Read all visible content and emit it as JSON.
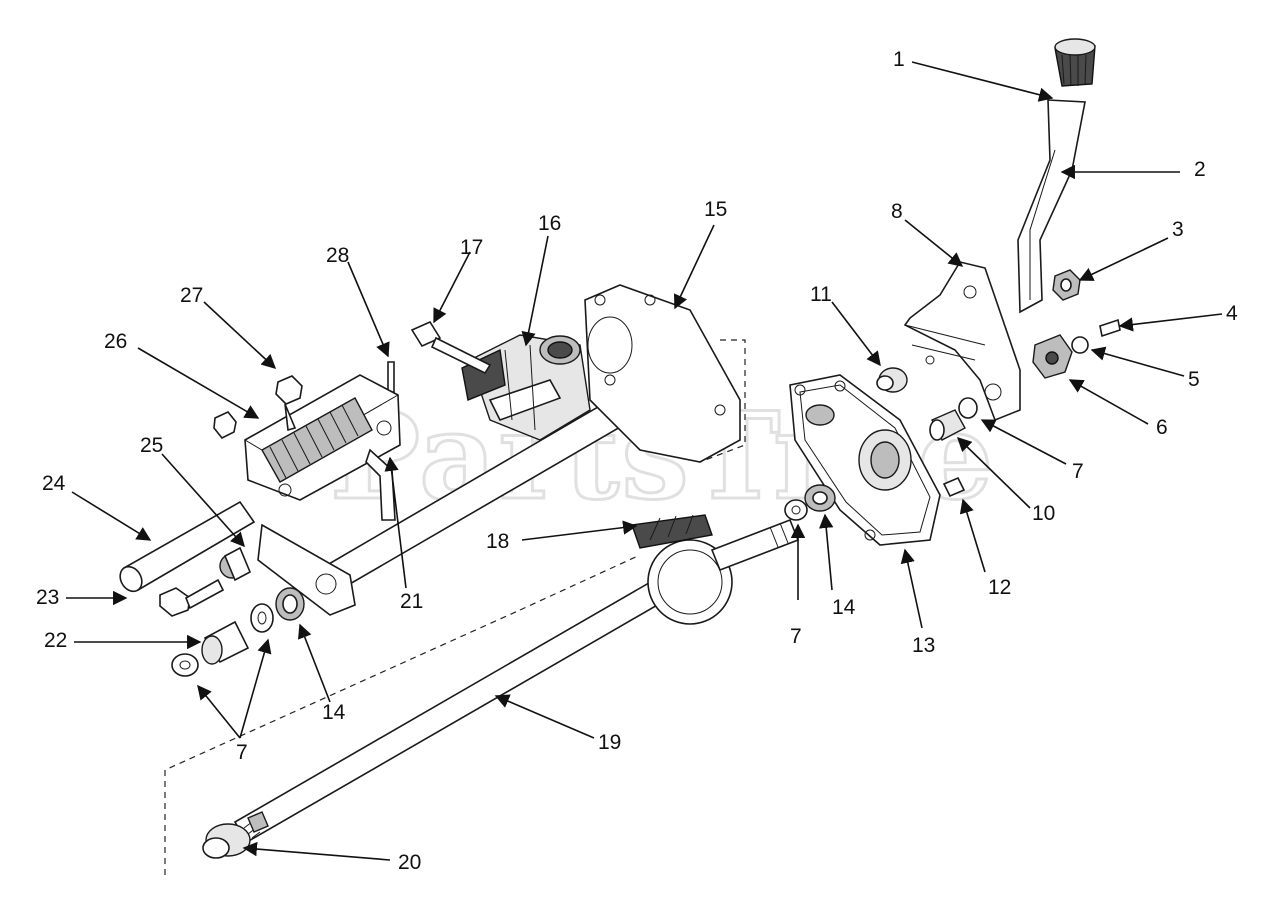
{
  "watermark": "PartsTree",
  "callouts": [
    "1",
    "2",
    "3",
    "4",
    "5",
    "6",
    "7",
    "8",
    "10",
    "11",
    "12",
    "13",
    "14",
    "15",
    "16",
    "17",
    "18",
    "19",
    "20",
    "21",
    "22",
    "23",
    "24",
    "25",
    "26",
    "27",
    "28"
  ],
  "colors": {
    "ink": "#111111",
    "watermark": "#c8c8c8",
    "background": "#ffffff"
  }
}
